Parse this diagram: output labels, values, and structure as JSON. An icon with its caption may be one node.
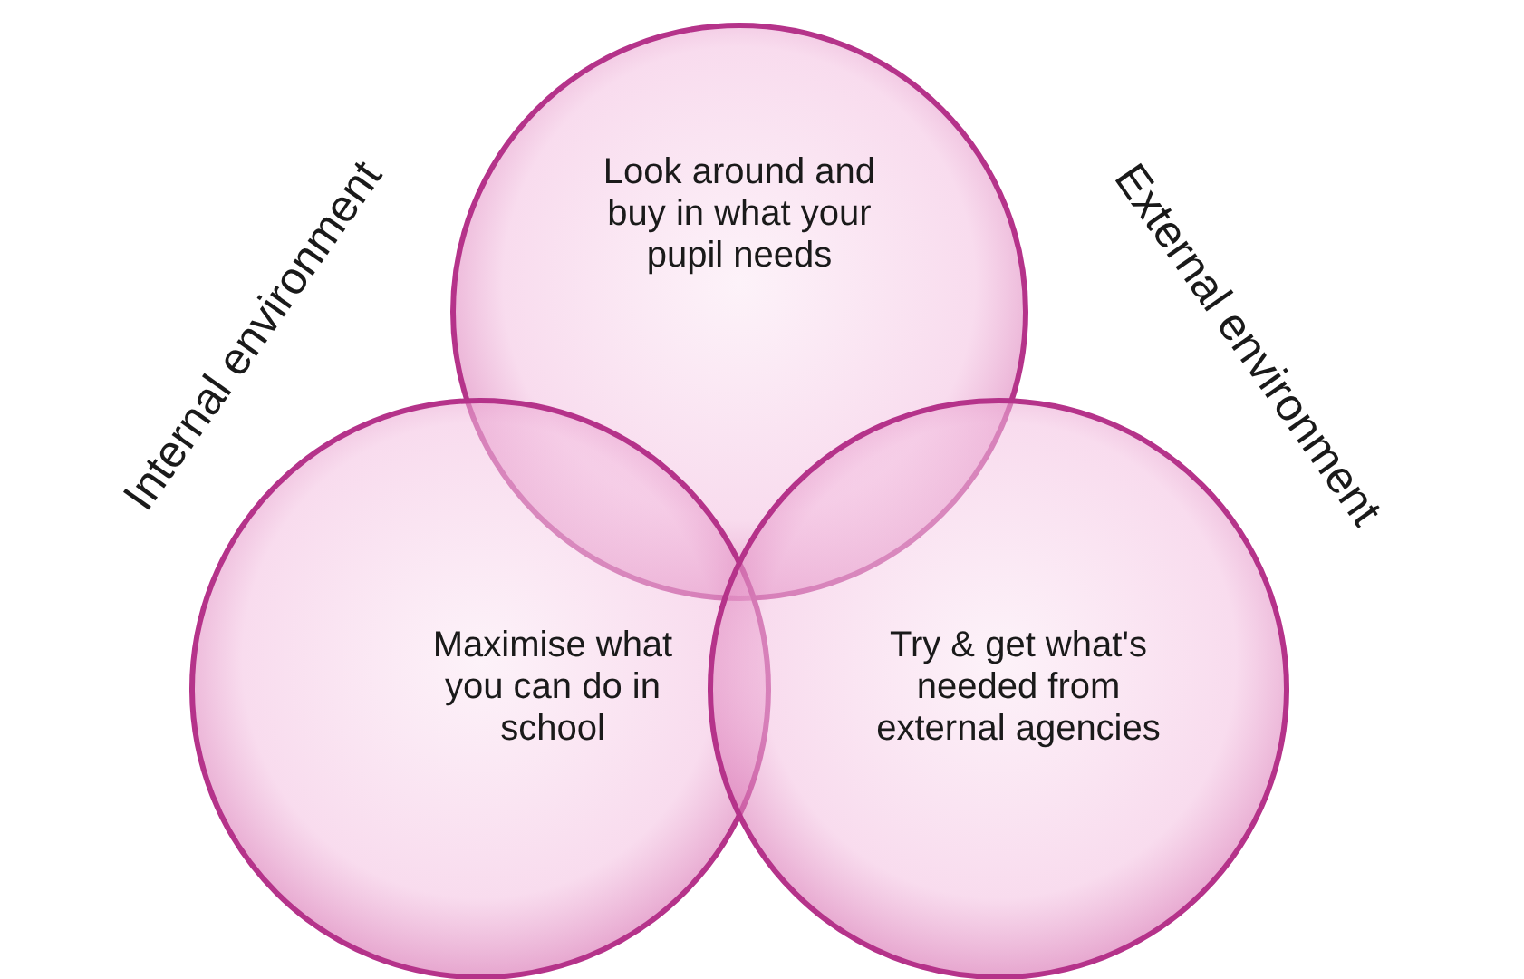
{
  "diagram": {
    "nodes": [
      {
        "text": [
          "Look around and buy in what your pupil needs"
        ]
      },
      {
        "text": [
          "Maximise what you can do in school"
        ]
      },
      {
        "text": [
          "Try & get what's needed from external agencies"
        ]
      }
    ],
    "labels": [
      "Internal environment",
      "External environment"
    ]
  }
}
